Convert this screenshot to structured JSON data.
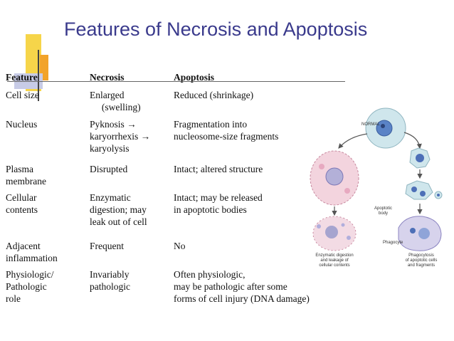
{
  "title": "Features of Necrosis and Apoptosis",
  "table": {
    "headers": [
      "Feature",
      "Necrosis",
      "Apoptosis"
    ],
    "rows": [
      [
        "Cell size",
        "Enlarged\n     (swelling)",
        "Reduced (shrinkage)"
      ],
      [
        "Nucleus",
        "Pyknosis →\nkaryorrhexis →\nkaryolysis",
        "Fragmentation into\nnucleosome-size fragments"
      ],
      [
        "Plasma\nmembrane",
        "Disrupted",
        "Intact; altered structure"
      ],
      [
        "Cellular\ncontents",
        "Enzymatic\ndigestion; may\nleak out of cell",
        "Intact; may be released\nin apoptotic bodies"
      ],
      [
        "Adjacent\ninflammation",
        "Frequent",
        "No"
      ],
      [
        "Physiologic/\nPathologic\nrole",
        "Invariably\npathologic",
        "Often physiologic,\nmay be pathologic after some\nforms of cell injury (DNA damage)"
      ]
    ]
  },
  "figure": {
    "normal_label": "NORMAL",
    "apoptotic_body_label": "Apoptotic\nbody",
    "phagocyte_label": "Phagocyte",
    "necrosis_caption": "Enzymatic digestion\nand leakage of\ncellular contents",
    "apoptosis_caption": "Phagocytosis\nof apoptotic cells\nand fragments"
  },
  "colors": {
    "title": "#3a3a8c",
    "accent_yellow": "#f6d54a",
    "accent_orange": "#f2a32a",
    "accent_blue": "#c7cbe6"
  }
}
